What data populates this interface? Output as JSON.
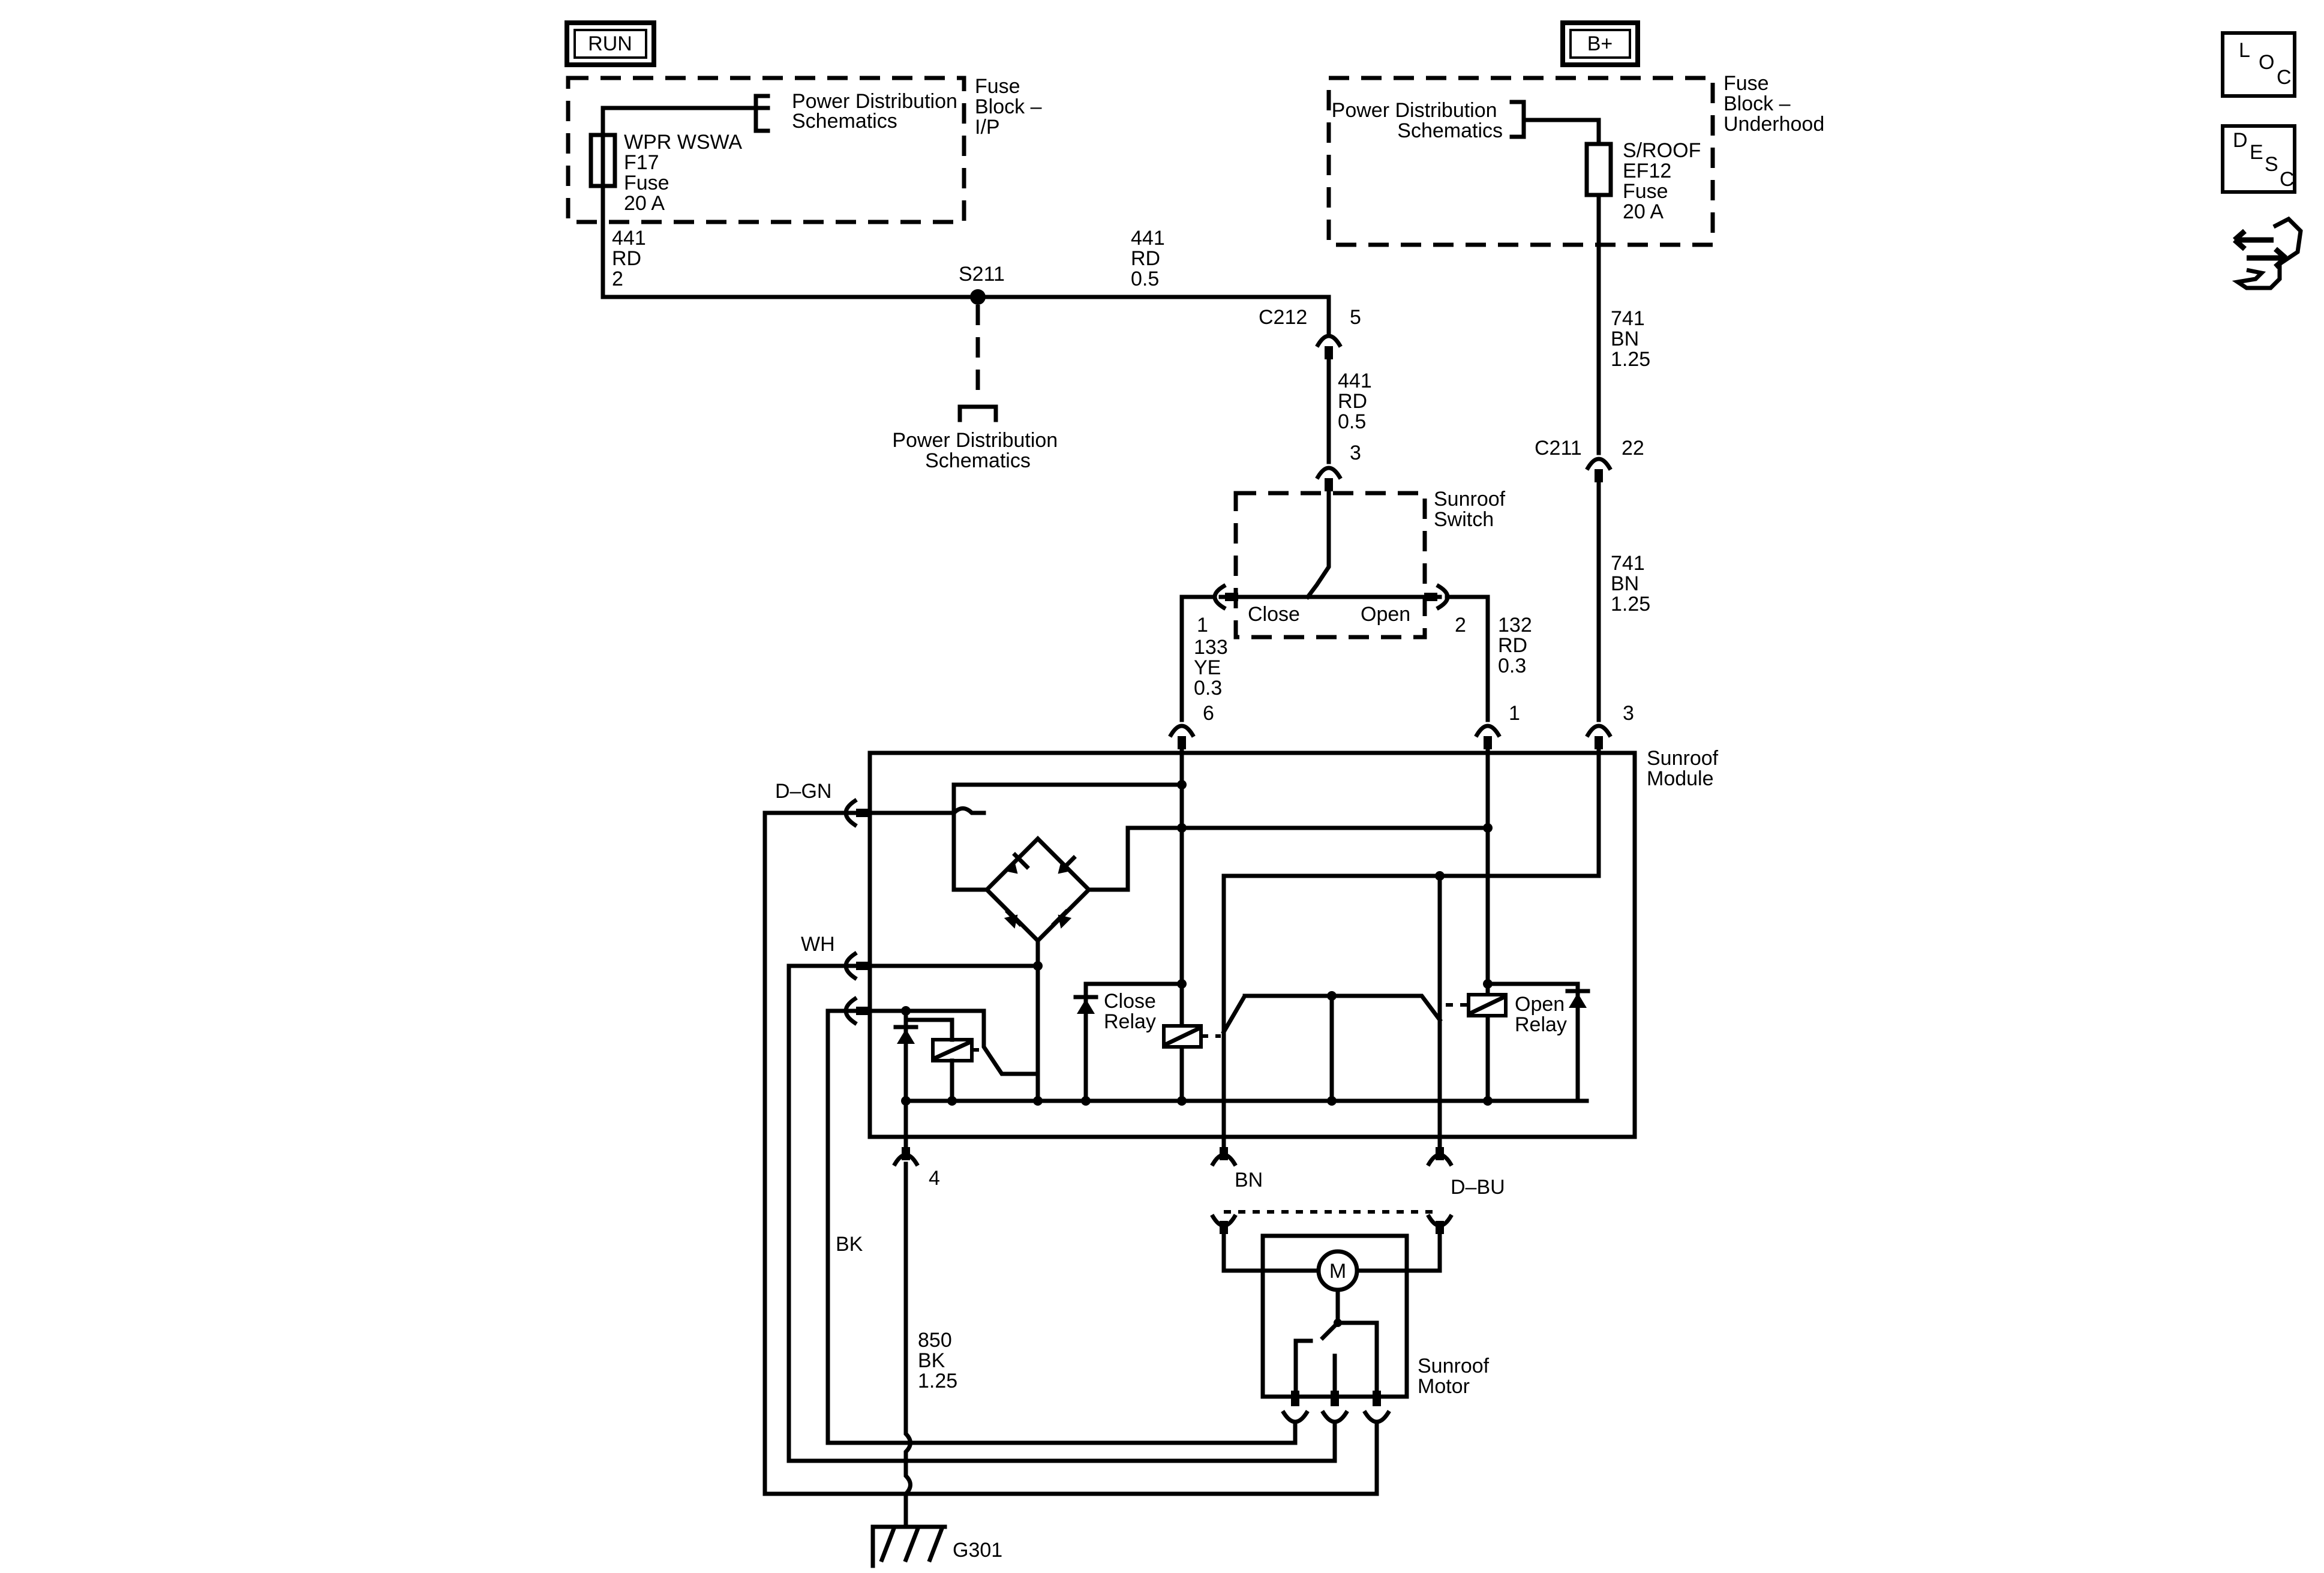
{
  "labels": {
    "run": "RUN",
    "bplus": "B+",
    "pds_1": [
      "Power Distribution",
      "Schematics"
    ],
    "pds_2": [
      "Power Distribution",
      "Schematics"
    ],
    "pds_3": [
      "Power Distribution",
      "Schematics"
    ],
    "fuse_block_ip": [
      "Fuse",
      "Block –",
      "I/P"
    ],
    "fuse_block_uh": [
      "Fuse",
      "Block –",
      "Underhood"
    ],
    "fuse_f17": [
      "WPR WSWA",
      "F17",
      "Fuse",
      "20 A"
    ],
    "fuse_ef12": [
      "S/ROOF",
      "EF12",
      "Fuse",
      "20 A"
    ],
    "wire_441_rd_2": [
      "441",
      "RD",
      "2"
    ],
    "wire_441_rd_05_top": [
      "441",
      "RD",
      "0.5"
    ],
    "wire_441_rd_05_mid": [
      "441",
      "RD",
      "0.5"
    ],
    "wire_741_bn_top": [
      "741",
      "BN",
      "1.25"
    ],
    "wire_741_bn_mid": [
      "741",
      "BN",
      "1.25"
    ],
    "wire_133": [
      "133",
      "YE",
      "0.3"
    ],
    "wire_132": [
      "132",
      "RD",
      "0.3"
    ],
    "wire_850": [
      "850",
      "BK",
      "1.25"
    ],
    "splice_s211": "S211",
    "conn_c212": "C212",
    "conn_c211": "C211",
    "pin_5": "5",
    "pin_3_top": "3",
    "pin_22": "22",
    "pin_1_switch": "1",
    "pin_2_switch": "2",
    "pin_6": "6",
    "pin_1_module": "1",
    "pin_3_module": "3",
    "pin_4": "4",
    "sunroof_switch": [
      "Sunroof",
      "Switch"
    ],
    "switch_close": "Close",
    "switch_open": "Open",
    "sunroof_module": [
      "Sunroof",
      "Module"
    ],
    "close_relay": [
      "Close",
      "Relay"
    ],
    "open_relay": [
      "Open",
      "Relay"
    ],
    "d_gn": "D–GN",
    "wh": "WH",
    "bk": "BK",
    "bn": "BN",
    "d_bu": "D–BU",
    "motor_symbol": "M",
    "sunroof_motor": [
      "Sunroof",
      "Motor"
    ],
    "ground_g301": "G301",
    "icon_loc": [
      "L",
      "O",
      "C"
    ],
    "icon_desc": [
      "D",
      "E",
      "S",
      "C"
    ]
  }
}
